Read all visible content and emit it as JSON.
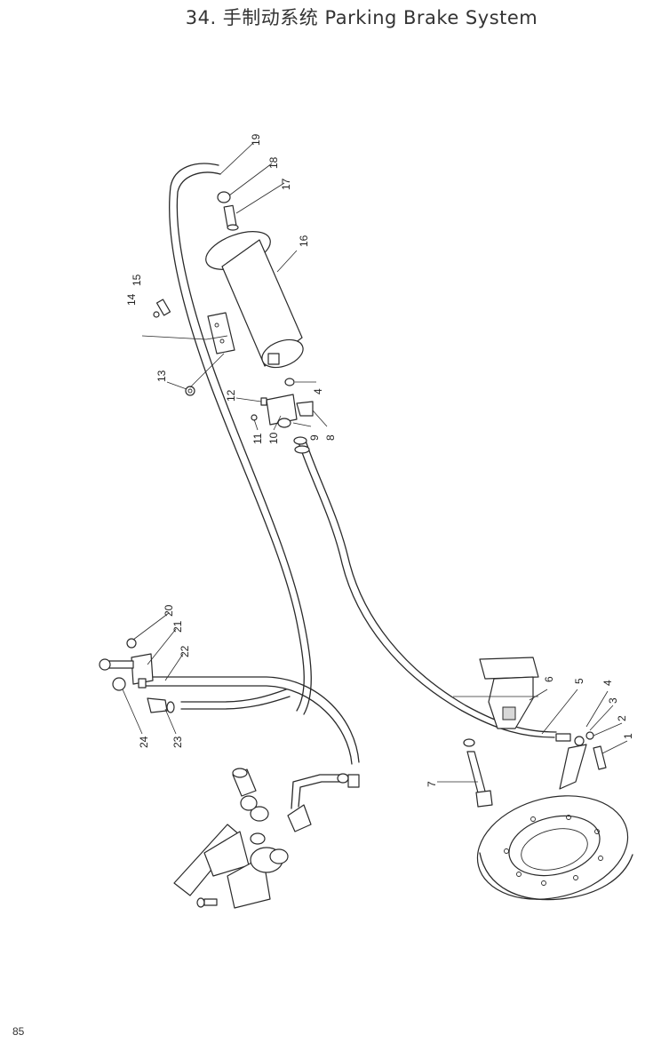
{
  "title": "34. 手制动系统  Parking Brake System",
  "page_number": "85",
  "callouts": [
    {
      "id": "1",
      "text": "1"
    },
    {
      "id": "2",
      "text": "2"
    },
    {
      "id": "3",
      "text": "3"
    },
    {
      "id": "4a",
      "text": "4"
    },
    {
      "id": "5",
      "text": "5"
    },
    {
      "id": "6",
      "text": "6"
    },
    {
      "id": "7",
      "text": "7"
    },
    {
      "id": "8",
      "text": "8"
    },
    {
      "id": "9",
      "text": "9"
    },
    {
      "id": "10",
      "text": "10"
    },
    {
      "id": "11",
      "text": "11"
    },
    {
      "id": "12",
      "text": "12"
    },
    {
      "id": "4b",
      "text": "4"
    },
    {
      "id": "13",
      "text": "13"
    },
    {
      "id": "14",
      "text": "14"
    },
    {
      "id": "15",
      "text": "15"
    },
    {
      "id": "16",
      "text": "16"
    },
    {
      "id": "17",
      "text": "17"
    },
    {
      "id": "18",
      "text": "18"
    },
    {
      "id": "19",
      "text": "19"
    },
    {
      "id": "20",
      "text": "20"
    },
    {
      "id": "21",
      "text": "21"
    },
    {
      "id": "22",
      "text": "22"
    },
    {
      "id": "23",
      "text": "23"
    },
    {
      "id": "24",
      "text": "24"
    }
  ]
}
